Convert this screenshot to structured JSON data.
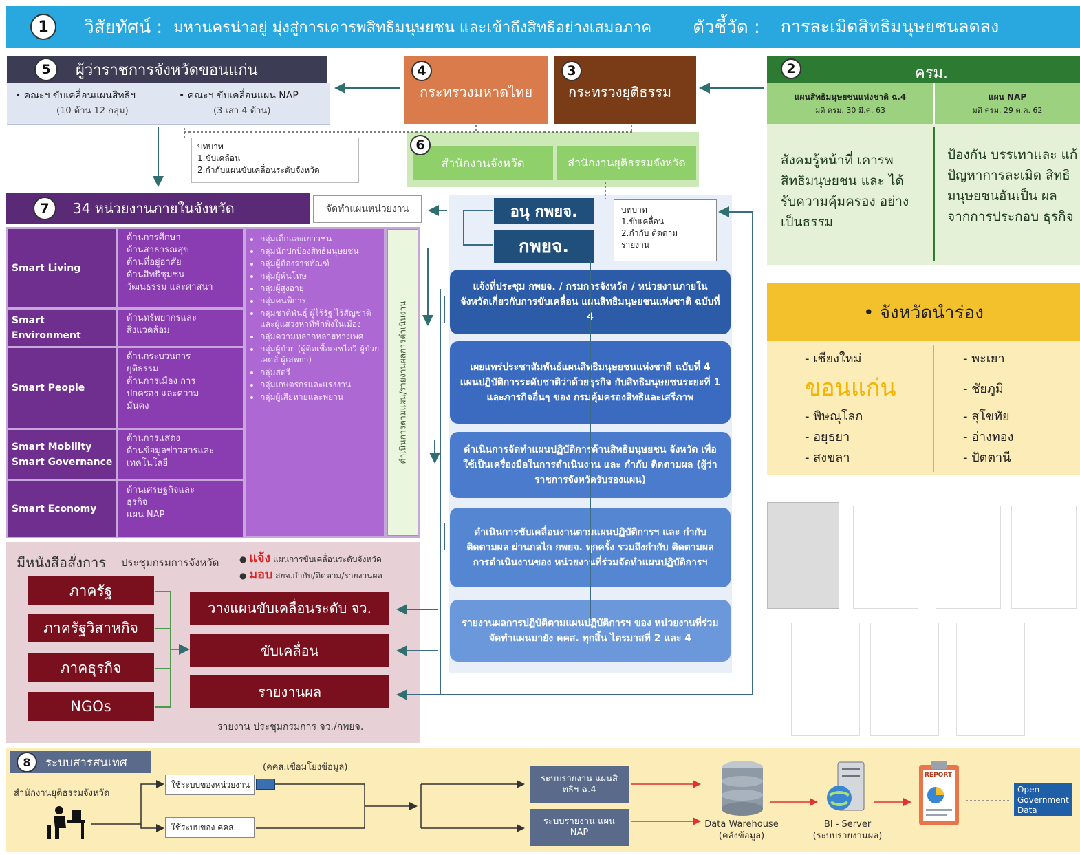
{
  "header": {
    "badge": "1",
    "vision_label": "วิสัยทัศน์ :",
    "vision_text": "มหานครน่าอยู่ มุ่งสู่การเคารพสิทธิมนุษยชน และเข้าถึงสิทธิอย่างเสมอภาค",
    "indicator_label": "ตัวชี้วัด :",
    "indicator_text": "การละเมิดสิทธิมนุษยชนลดลง"
  },
  "governor": {
    "badge": "5",
    "title": "ผู้ว่าราชการจังหวัดขอนแก่น",
    "committee1": "• คณะฯ ขับเคลื่อนแผนสิทธิฯ",
    "committee1_sub": "(10 ด้าน 12 กลุ่ม)",
    "committee2": "• คณะฯ ขับเคลื่อนแผน NAP",
    "committee2_sub": "(3 เสา 4 ด้าน)"
  },
  "ministries": {
    "interior_badge": "4",
    "interior": "กระทรวงมหาดไทย",
    "justice_badge": "3",
    "justice": "กระทรวงยุติธรรม"
  },
  "cabinet": {
    "badge": "2",
    "title": "ครม.",
    "plan1": "แผนสิทธิมนุษยชนแห่งชาติ ฉ.4",
    "plan1_date": "มติ ครม. 30 มี.ค. 63",
    "plan2": "แผน NAP",
    "plan2_date": "มติ ครม. 29 ต.ค. 62",
    "goal1": "สังคมรู้หน้าที่ เคารพ สิทธิมนุษยชน และ ได้รับความคุ้มครอง อย่างเป็นธรรม",
    "goal2": "ป้องกัน บรรเทาและ แก้ปัญหาการละเมิด สิทธิมนุษยชนอันเป็น ผลจากการประกอบ ธุรกิจ"
  },
  "duty_note1": {
    "title": "บทบาท",
    "line1": "1.ขับเคลื่อน",
    "line2": "2.กำกับแผนขับเคลื่อนระดับจังหวัด"
  },
  "provincial_offices": {
    "badge": "6",
    "office1": "สำนักงานจังหวัด",
    "office2": "สำนักงานยุติธรรมจังหวัด"
  },
  "agencies": {
    "badge": "7",
    "title": "34 หน่วยงานภายในจังหวัด",
    "side_label": "จัดทำแผนหน่วยงาน",
    "vertical_label": "ดำเนินการตามแผน/รายงานผลการดำเนินงาน",
    "rows": [
      {
        "smart": "Smart Living",
        "areas": "ด้านการศึกษา\nด้านสาธารณสุข\nด้านที่อยู่อาศัย\nด้านสิทธิชุมชน\nวัฒนธรรม และศาสนา"
      },
      {
        "smart": "Smart\nEnvironment",
        "areas": "ด้านทรัพยากรและ\nสิ่งแวดล้อม"
      },
      {
        "smart": "Smart People",
        "areas": "ด้านกระบวนการ\nยุติธรรม\nด้านการเมือง การ\nปกครอง และความ\nมั่นคง"
      },
      {
        "smart": "Smart Mobility\nSmart Governance",
        "areas": "ด้านการแสดง\nด้านข้อมูลข่าวสารและ\nเทคโนโลยี"
      },
      {
        "smart": "Smart Economy",
        "areas": "ด้านเศรษฐกิจและ\nธุรกิจ\nแผน NAP"
      }
    ],
    "groups": [
      "กลุ่มเด็กและเยาวชน",
      "กลุ่มนักปกป้องสิทธิมนุษยชน",
      "กลุ่มผู้ต้องราชทัณฑ์",
      "กลุ่มผู้พ้นโทษ",
      "กลุ่มผู้สูงอายุ",
      "กลุ่มคนพิการ",
      "กลุ่มชาติพันธุ์ ผู้ไร้รัฐ ไร้สัญชาติ และผู้แสวงหาที่พักพิงในเมือง",
      "กลุ่มความหลากหลายทางเพศ",
      "กลุ่มผู้ป่วย (ผู้ติดเชื้อเอชไอวี ผู้ป่วยเอดส์ ผู้เสพยา)",
      "กลุ่มสตรี",
      "กลุ่มเกษตรกรและแรงงาน",
      "กลุ่มผู้เสียหายและพยาน"
    ]
  },
  "committees": {
    "sub": "อนุ กพยจ.",
    "main": "กพยจ.",
    "note_title": "บทบาท",
    "note_line1": "1.ขับเคลื่อน",
    "note_line2": "2.กำกับ ติดตาม",
    "note_line3": "รายงาน"
  },
  "steps": [
    "แจ้งที่ประชุม กพยจ. / กรมการจังหวัด / หน่วยงานภายในจังหวัดเกี่ยวกับการขับเคลื่อน แผนสิทธิมนุษยชนแห่งชาติ ฉบับที่ 4",
    "เผยแพร่ประชาสัมพันธ์แผนสิทธิมนุษยชนแห่งชาติ ฉบับที่ 4 แผนปฏิบัติการระดับชาติว่าด้วยธุรกิจ กับสิทธิมนุษยชนระยะที่ 1 และภารกิจอื่นๆ ของ กรมคุ้มครองสิทธิและเสรีภาพ",
    "ดำเนินการจัดทำแผนปฏิบัติการด้านสิทธิมนุษยชน จังหวัด เพื่อใช้เป็นเครื่องมือในการดำเนินงาน และ กำกับ ติดตามผล (ผู้ว่าราชการจังหวัดรับรองแผน)",
    "ดำเนินการขับเคลื่อนงานตามแผนปฏิบัติการฯ และ กำกับ ติดตามผล ผ่านกลไก กพยจ. ทุกครั้ง รวมถึงกำกับ ติดตามผลการดำเนินงานของ หน่วยงานที่ร่วมจัดทำแผนปฏิบัติการฯ",
    "รายงานผลการปฏิบัติตามแผนปฏิบัติการฯ ของ หน่วยงานที่ร่วมจัดทำแผนมายัง คคส. ทุกสิ้น ไตรมาสที่ 2 และ 4"
  ],
  "pilot": {
    "title": "• จังหวัดนำร่อง",
    "left": [
      "- เชียงใหม่",
      "ขอนแก่น",
      "- พิษณุโลก",
      "- อยุธยา",
      "- สงขลา"
    ],
    "right": [
      "- พะเยา",
      "- ชัยภูมิ",
      "- สุโขทัย",
      "- อ่างทอง",
      "- ปัตตานี"
    ]
  },
  "orders": {
    "title": "มีหนังสือสั่งการ",
    "meeting": "ประชุมกรมการจังหวัด",
    "b1_key": "แจ้ง",
    "b1_text": "แผนการขับเคลื่อนระดับจังหวัด",
    "b2_key": "มอบ",
    "b2_text": "สยจ.กำกับ/ติดตาม/รายงานผล",
    "sectors": [
      "ภาครัฐ",
      "ภาครัฐวิสาหกิจ",
      "ภาคธุรกิจ",
      "NGOs"
    ],
    "actions": [
      "วางแผนขับเคลื่อนระดับ จว.",
      "ขับเคลื่อน",
      "รายงานผล"
    ],
    "footer": "รายงาน ประชุมกรมการ จว./กพยจ."
  },
  "it_system": {
    "badge": "8",
    "title": "ระบบสารสนเทศ",
    "actor": "สำนักงานยุติธรรมจังหวัด",
    "link_note": "(คคส.เชื่อมโยงข้อมูล)",
    "agency_system": "ใช้ระบบของหน่วยงาน",
    "kks_system": "ใช้ระบบของ คคส.",
    "report1": "ระบบรายงาน แผนสิทธิฯ ฉ.4",
    "report2": "ระบบรายงาน แผน NAP",
    "dw": "Data Warehouse",
    "dw_sub": "(คลังข้อมูล)",
    "bi": "BI - Server",
    "bi_sub": "(ระบบรายงานผล)",
    "report_label": "REPORT",
    "open_gov": "Open Government Data"
  },
  "colors": {
    "header_bg": "#29a8df",
    "governor": "#3c3c55",
    "interior": "#d97b4a",
    "justice": "#7a3c17",
    "cabinet": "#2d7a33",
    "green_light": "#8fd06a",
    "purple_dark": "#6e2f8e",
    "purple_mid": "#8a3db0",
    "purple_light": "#b06cd6",
    "navy": "#1f4f7a",
    "step_blue": "#2b5fb0",
    "maroon": "#7a0f1e",
    "pilot_yellow": "#f3c12c",
    "it_bg": "#fbecb8"
  }
}
